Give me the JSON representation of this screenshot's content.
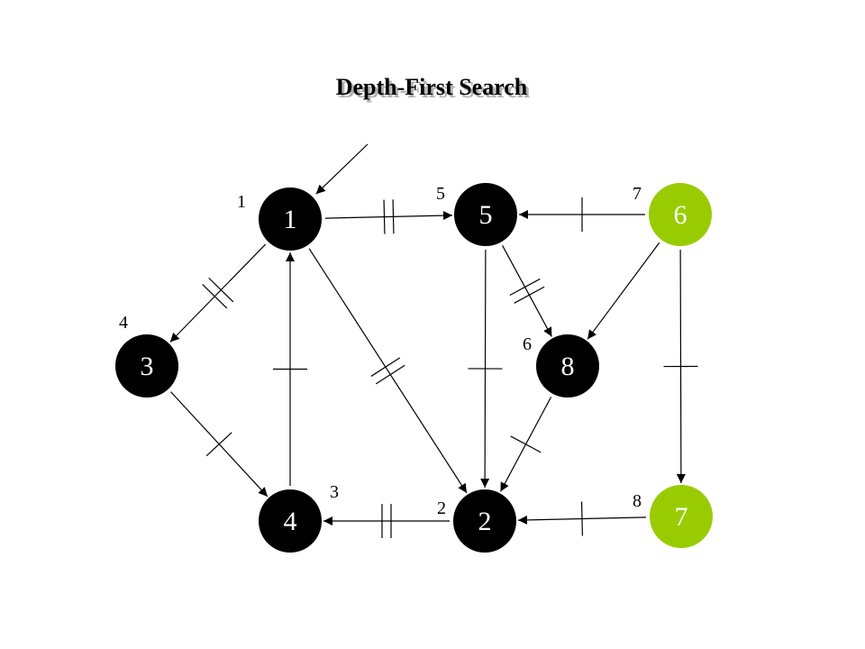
{
  "title": "Depth-First Search",
  "colors": {
    "node_default": "#000000",
    "node_highlight": "#99cc00",
    "label": "#ffffff",
    "edge": "#000000",
    "title_shadow": "#b0b0b0"
  },
  "nodes": [
    {
      "id": "1",
      "label": "1",
      "order_label": "1",
      "highlight": false
    },
    {
      "id": "5",
      "label": "5",
      "order_label": "5",
      "highlight": false
    },
    {
      "id": "6",
      "label": "6",
      "order_label": "7",
      "highlight": true
    },
    {
      "id": "3",
      "label": "3",
      "order_label": "4",
      "highlight": false
    },
    {
      "id": "8",
      "label": "8",
      "order_label": "6",
      "highlight": false
    },
    {
      "id": "4",
      "label": "4",
      "order_label": "3",
      "highlight": false
    },
    {
      "id": "2",
      "label": "2",
      "order_label": "2",
      "highlight": false
    },
    {
      "id": "7",
      "label": "7",
      "order_label": "8",
      "highlight": true
    }
  ],
  "edges": [
    {
      "from": "1",
      "to": "5",
      "marks": 2
    },
    {
      "from": "1",
      "to": "3",
      "marks": 2
    },
    {
      "from": "1",
      "to": "2",
      "marks": 2
    },
    {
      "from": "6",
      "to": "5",
      "marks": 1
    },
    {
      "from": "5",
      "to": "8",
      "marks": 2
    },
    {
      "from": "5",
      "to": "2",
      "marks": 1
    },
    {
      "from": "6",
      "to": "8",
      "marks": 0
    },
    {
      "from": "6",
      "to": "7",
      "marks": 1
    },
    {
      "from": "3",
      "to": "4",
      "marks": 1
    },
    {
      "from": "4",
      "to": "1",
      "marks": 1
    },
    {
      "from": "2",
      "to": "4",
      "marks": 2
    },
    {
      "from": "8",
      "to": "2",
      "marks": 1
    },
    {
      "from": "7",
      "to": "2",
      "marks": 1
    }
  ],
  "start_arrow": {
    "to": "1"
  }
}
